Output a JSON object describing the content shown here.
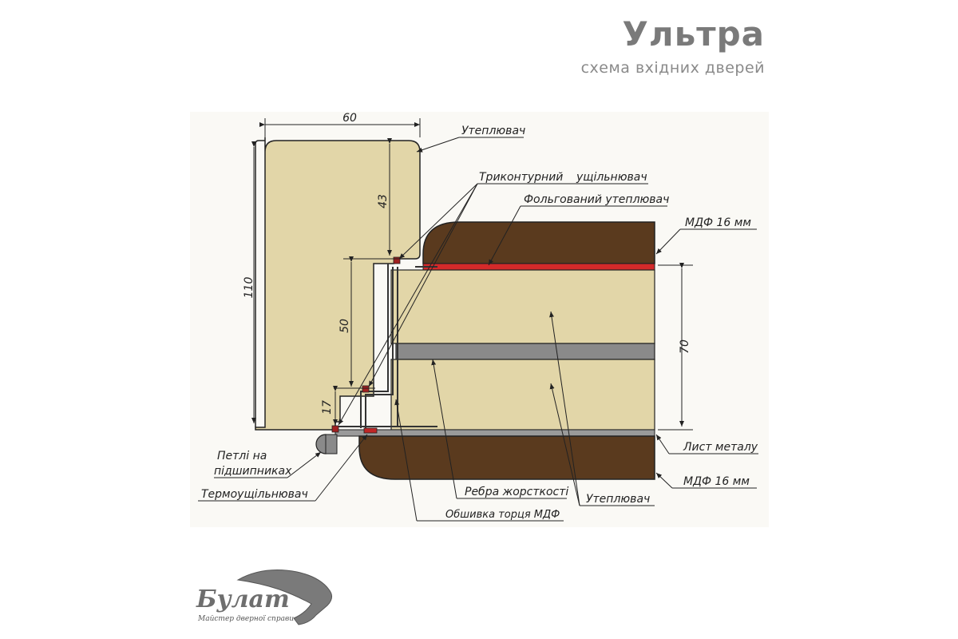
{
  "header": {
    "title": "Ультра",
    "subtitle": "схема вхідних дверей"
  },
  "dimensions": {
    "width_top": "60",
    "height_total": "110",
    "seg_upper": "43",
    "seg_middle": "50",
    "seg_lower": "17",
    "door_thickness": "70"
  },
  "labels": {
    "insulation_frame": "Утеплювач",
    "triple_seal_a": "Триконтурний",
    "triple_seal_b": "ущільнювач",
    "foil_insulation": "Фольгований утеплювач",
    "mdf_top": "МДФ 16 мм",
    "metal_sheet": "Лист металу",
    "mdf_bottom": "МДФ 16 мм",
    "hinges_line1": "Петлі на",
    "hinges_line2": "підшипниках",
    "thermo_seal": "Термоущільнювач",
    "ribs": "Ребра жорсткості",
    "insulation_door": "Утеплювач",
    "mdf_edge": "Обшивка торця МДФ"
  },
  "logo": {
    "brand": "Булат",
    "tagline": "Майстер дверної справи"
  },
  "colors": {
    "insulation": "#e2d6a8",
    "mdf": "#5a3a1e",
    "foil": "#d42a2a",
    "rib": "#8a8a8a",
    "metal": "#9a9a9a",
    "title": "#7a7a7a"
  }
}
